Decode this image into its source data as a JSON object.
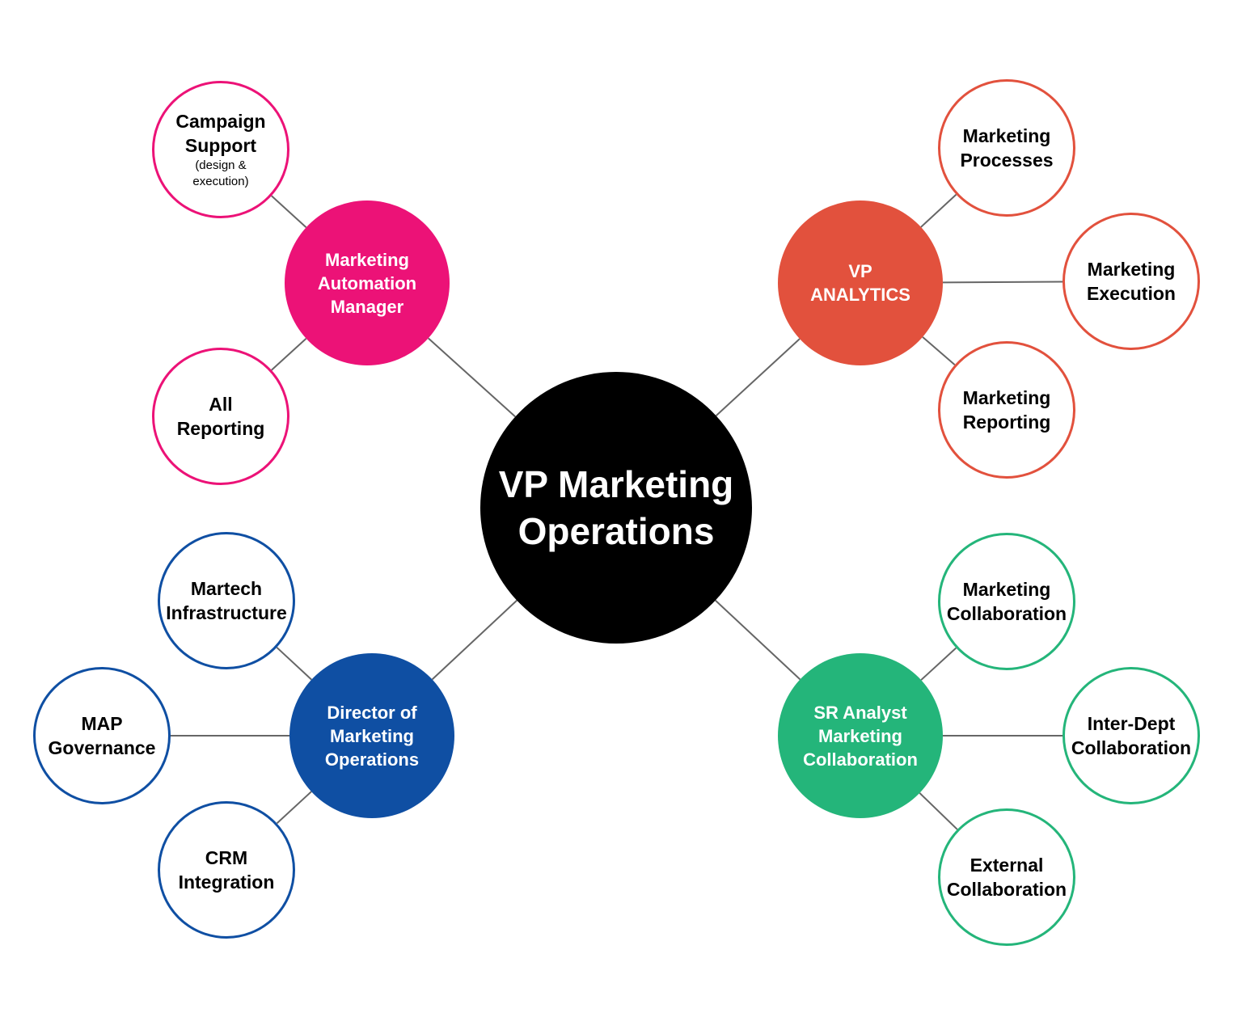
{
  "colors": {
    "center": "#000000",
    "connector": "#666666",
    "automation": "#EC1277",
    "analytics": "#E2513D",
    "operations": "#0F4FA3",
    "collaboration": "#24B57A"
  },
  "center": {
    "lines": [
      "VP Marketing",
      "Operations"
    ]
  },
  "hubs": {
    "automation": {
      "lines": [
        "Marketing",
        "Automation",
        "Manager"
      ],
      "leaves": [
        {
          "lines": [
            "Campaign",
            "Support"
          ],
          "sub": [
            "(design &",
            "execution)"
          ]
        },
        {
          "lines": [
            "All",
            "Reporting"
          ]
        }
      ]
    },
    "analytics": {
      "lines": [
        "VP",
        "ANALYTICS"
      ],
      "leaves": [
        {
          "lines": [
            "Marketing",
            "Processes"
          ]
        },
        {
          "lines": [
            "Marketing",
            "Execution"
          ]
        },
        {
          "lines": [
            "Marketing",
            "Reporting"
          ]
        }
      ]
    },
    "operations": {
      "lines": [
        "Director of",
        "Marketing",
        "Operations"
      ],
      "leaves": [
        {
          "lines": [
            "Martech",
            "Infrastructure"
          ]
        },
        {
          "lines": [
            "MAP",
            "Governance"
          ]
        },
        {
          "lines": [
            "CRM",
            "Integration"
          ]
        }
      ]
    },
    "collaboration": {
      "lines": [
        "SR Analyst",
        "Marketing",
        "Collaboration"
      ],
      "leaves": [
        {
          "lines": [
            "Marketing",
            "Collaboration"
          ]
        },
        {
          "lines": [
            "Inter-Dept",
            "Collaboration"
          ]
        },
        {
          "lines": [
            "External",
            "Collaboration"
          ]
        }
      ]
    }
  }
}
